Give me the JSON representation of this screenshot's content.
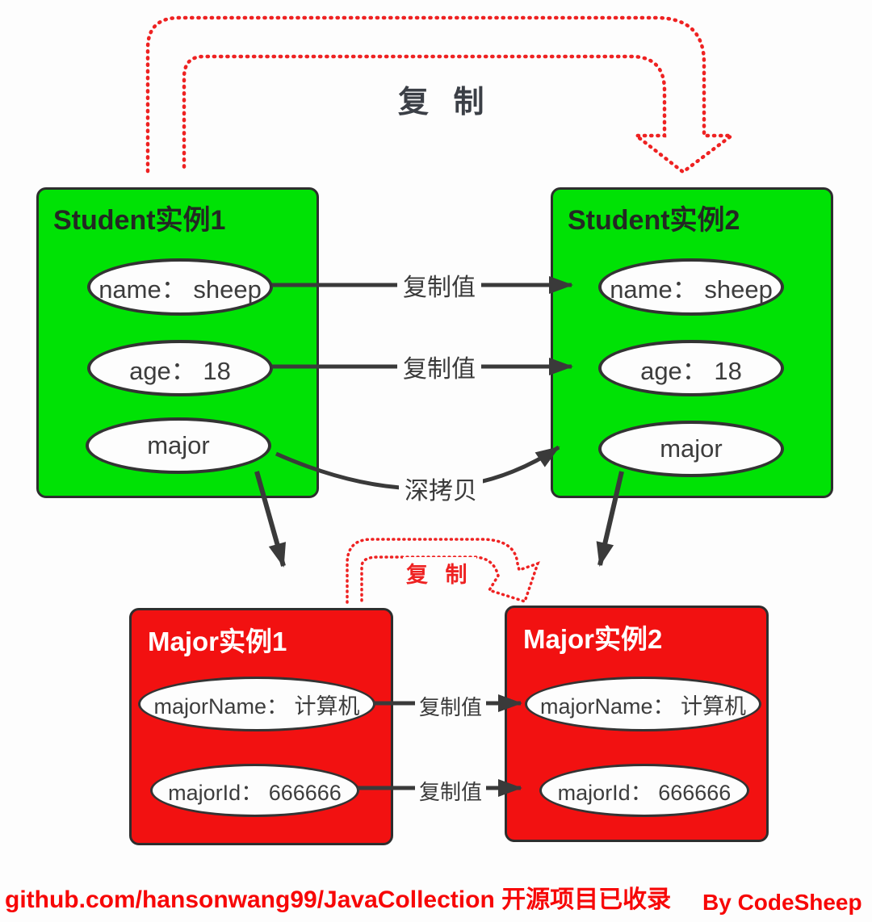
{
  "diagram": {
    "top_copy_label": "复 制",
    "bottom_copy_label": "复 制",
    "arrow_labels": {
      "copy_value": "复制值",
      "deep_copy": "深拷贝"
    },
    "student1": {
      "title": "Student实例1",
      "fields": [
        "name： sheep",
        "age： 18",
        "major"
      ]
    },
    "student2": {
      "title": "Student实例2",
      "fields": [
        "name： sheep",
        "age： 18",
        "major"
      ]
    },
    "major1": {
      "title": "Major实例1",
      "fields": [
        "majorName： 计算机",
        "majorId： 666666"
      ]
    },
    "major2": {
      "title": "Major实例2",
      "fields": [
        "majorName： 计算机",
        "majorId： 666666"
      ]
    },
    "colors": {
      "green": "#00e205",
      "red": "#f21111",
      "dotted_red": "#ee2222",
      "arrow_dark": "#3a3a3a",
      "footer_red": "#f70707",
      "text_dark": "#232823"
    },
    "footer": {
      "repo": "github.com/hansonwang99/JavaCollection 开源项目已收录",
      "credit": "By CodeSheep"
    }
  }
}
